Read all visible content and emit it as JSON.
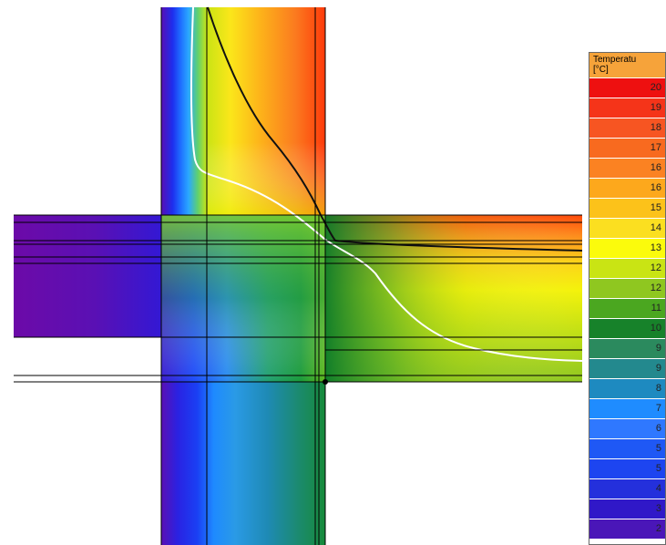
{
  "legend": {
    "title_line1": "Temperatu",
    "title_line2": "[°C]",
    "items": [
      {
        "label": "20",
        "color": "#ee1010"
      },
      {
        "label": "19",
        "color": "#f53419"
      },
      {
        "label": "18",
        "color": "#f75522"
      },
      {
        "label": "17",
        "color": "#f86a1f"
      },
      {
        "label": "16",
        "color": "#fb8222"
      },
      {
        "label": "16",
        "color": "#fda81c"
      },
      {
        "label": "15",
        "color": "#fcc21a"
      },
      {
        "label": "14",
        "color": "#fbdf20"
      },
      {
        "label": "13",
        "color": "#fbfb0c"
      },
      {
        "label": "12",
        "color": "#c9e414"
      },
      {
        "label": "12",
        "color": "#8fc720"
      },
      {
        "label": "11",
        "color": "#4ba720"
      },
      {
        "label": "10",
        "color": "#17822a"
      },
      {
        "label": "9",
        "color": "#2b8a5e"
      },
      {
        "label": "9",
        "color": "#23898e"
      },
      {
        "label": "8",
        "color": "#1e8ac0"
      },
      {
        "label": "7",
        "color": "#1f8cff"
      },
      {
        "label": "6",
        "color": "#2f78ff"
      },
      {
        "label": "5",
        "color": "#1f58f5"
      },
      {
        "label": "5",
        "color": "#1d45f0"
      },
      {
        "label": "4",
        "color": "#2430dc"
      },
      {
        "label": "3",
        "color": "#3018c8"
      },
      {
        "label": "2",
        "color": "#4a16b8"
      }
    ]
  },
  "colors": {
    "warm": "#ff2a05",
    "cold": "#4a0a9a",
    "isotherm_white": "#ffffff",
    "isotherm_black": "#111111",
    "grid_line": "#000000"
  }
}
